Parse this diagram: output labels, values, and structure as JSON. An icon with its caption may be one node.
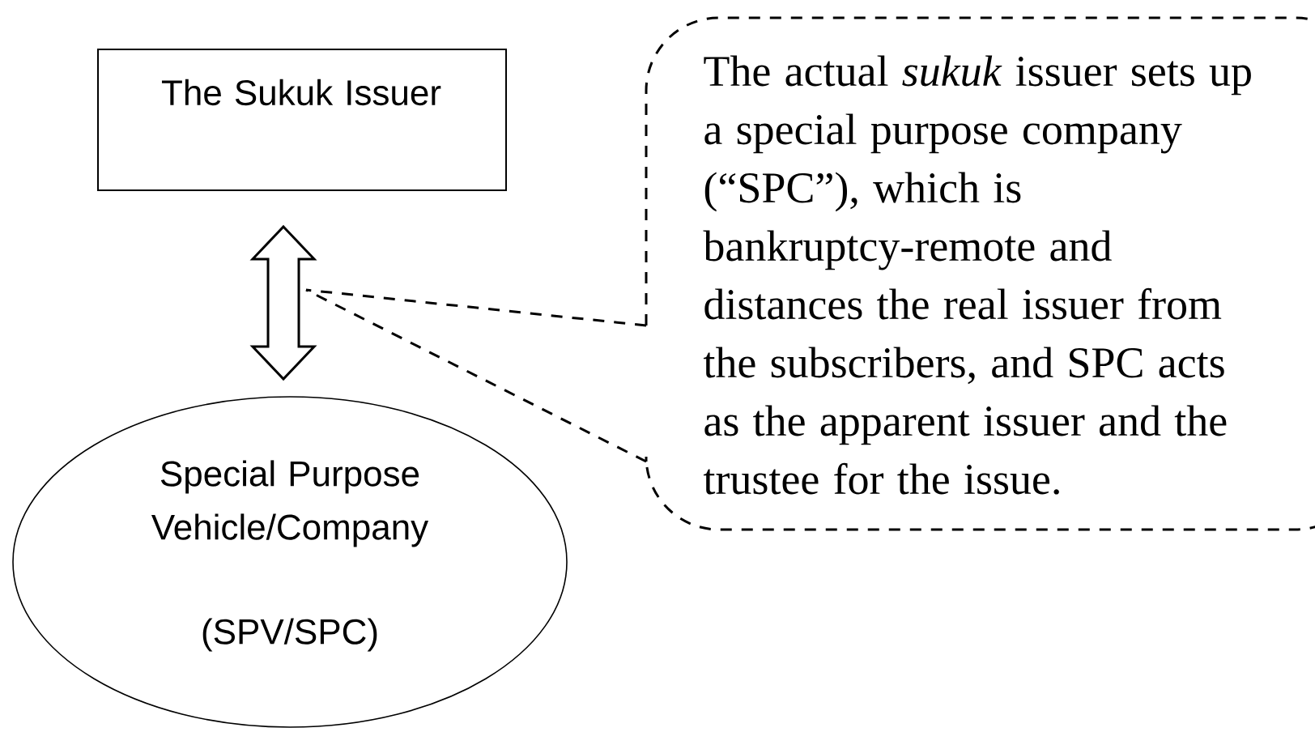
{
  "diagram": {
    "nodes": [
      {
        "text": [
          "The Sukuk Issuer"
        ]
      },
      {
        "text": [
          "Special Purpose Vehicle/Company",
          "(SPV/SPC)"
        ]
      },
      {
        "text": [
          "The actual *sukuk* issuer sets up a special purpose company (“SPC”), which is bankruptcy-remote and distances the real issuer from the subscribers, and SPC acts as the apparent issuer and the trustee for the issue."
        ]
      }
    ],
    "edges": [
      {
        "from": 0,
        "to": 1,
        "arrow": "both"
      },
      {
        "from": 2,
        "to": null,
        "arrow": "none",
        "style": "dashed"
      },
      {
        "from": 2,
        "to": null,
        "arrow": "none",
        "style": "dashed"
      }
    ]
  }
}
